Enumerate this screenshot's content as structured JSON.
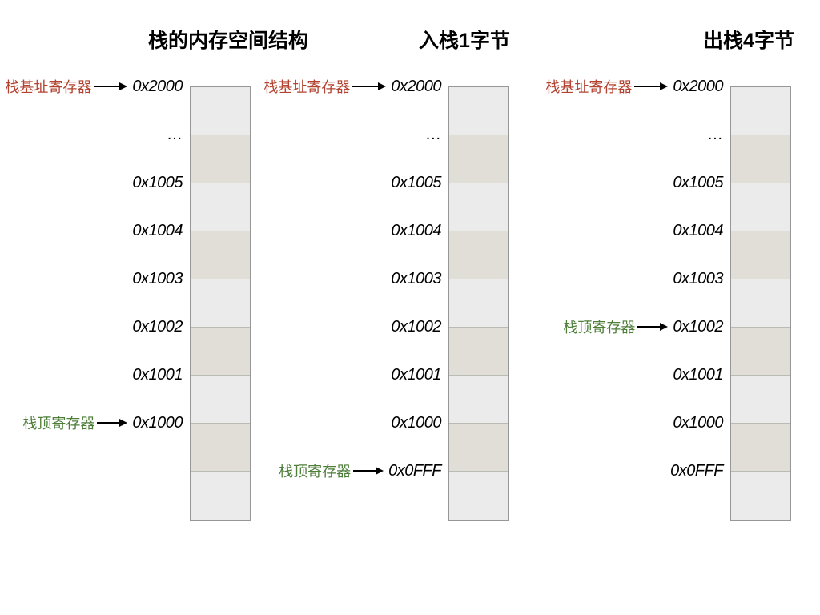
{
  "colors": {
    "base_pointer_label": "#b34230",
    "top_pointer_label": "#4e7e3a",
    "cell_light": "#ebebeb",
    "cell_dark": "#e0ded6",
    "cell_border": "#979797",
    "text": "#000000",
    "background": "#ffffff"
  },
  "icons": {
    "pointer_arrow": "right-arrow"
  },
  "diagrams": [
    {
      "title": "栈的内存空间结构",
      "base_pointer": {
        "label": "栈基址寄存器",
        "points_to": "0x2000"
      },
      "top_pointer": {
        "label": "栈顶寄存器",
        "points_to": "0x1000"
      },
      "rows": [
        {
          "address": "0x2000",
          "pointer": "栈基址寄存器"
        },
        {
          "address": "…"
        },
        {
          "address": "0x1005"
        },
        {
          "address": "0x1004"
        },
        {
          "address": "0x1003"
        },
        {
          "address": "0x1002"
        },
        {
          "address": "0x1001"
        },
        {
          "address": "0x1000",
          "pointer": "栈顶寄存器"
        }
      ]
    },
    {
      "title": "入栈1字节",
      "base_pointer": {
        "label": "栈基址寄存器",
        "points_to": "0x2000"
      },
      "top_pointer": {
        "label": "栈顶寄存器",
        "points_to": "0x0FFF"
      },
      "rows": [
        {
          "address": "0x2000",
          "pointer": "栈基址寄存器"
        },
        {
          "address": "…"
        },
        {
          "address": "0x1005"
        },
        {
          "address": "0x1004"
        },
        {
          "address": "0x1003"
        },
        {
          "address": "0x1002"
        },
        {
          "address": "0x1001"
        },
        {
          "address": "0x1000"
        },
        {
          "address": "0x0FFF",
          "pointer": "栈顶寄存器"
        }
      ]
    },
    {
      "title": "出栈4字节",
      "base_pointer": {
        "label": "栈基址寄存器",
        "points_to": "0x2000"
      },
      "top_pointer": {
        "label": "栈顶寄存器",
        "points_to": "0x1002"
      },
      "rows": [
        {
          "address": "0x2000",
          "pointer": "栈基址寄存器"
        },
        {
          "address": "…"
        },
        {
          "address": "0x1005"
        },
        {
          "address": "0x1004"
        },
        {
          "address": "0x1003"
        },
        {
          "address": "0x1002",
          "pointer": "栈顶寄存器"
        },
        {
          "address": "0x1001"
        },
        {
          "address": "0x1000"
        },
        {
          "address": "0x0FFF"
        }
      ]
    }
  ]
}
